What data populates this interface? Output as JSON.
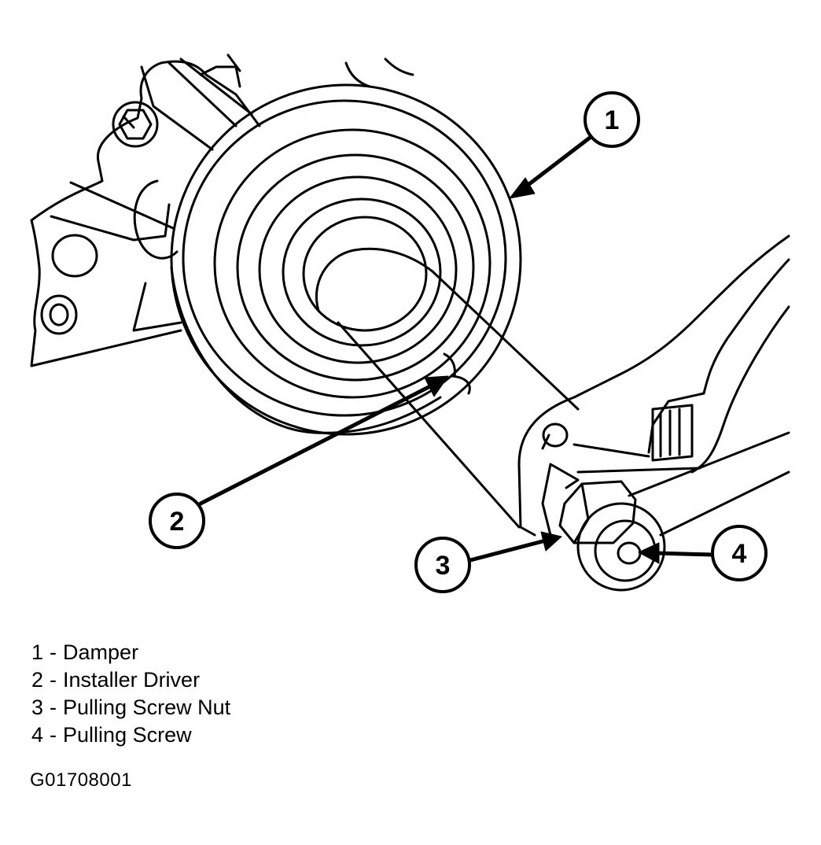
{
  "callouts": [
    {
      "number": "1",
      "label": "Damper"
    },
    {
      "number": "2",
      "label": "Installer Driver"
    },
    {
      "number": "3",
      "label": "Pulling Screw Nut"
    },
    {
      "number": "4",
      "label": "Pulling Screw"
    }
  ],
  "legend_separator": "-",
  "figure_id": "G01708001",
  "colors": {
    "ink": "#000000",
    "paper": "#ffffff"
  }
}
